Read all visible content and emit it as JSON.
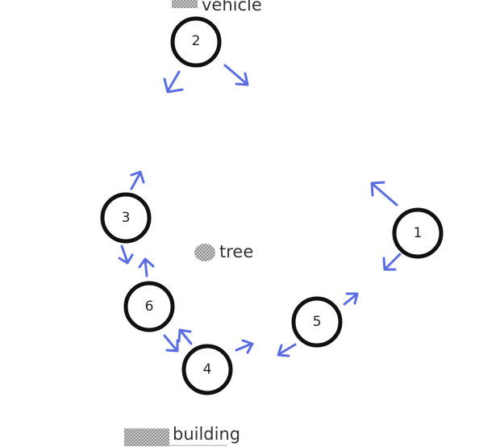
{
  "diagram": {
    "colors": {
      "node_stroke": "#111111",
      "arrow": "#5b6ee1",
      "legend_fill": "#9a9a9a",
      "text": "#333333"
    },
    "nodes": [
      {
        "id": "n1",
        "label": "1"
      },
      {
        "id": "n2",
        "label": "2"
      },
      {
        "id": "n3",
        "label": "3"
      },
      {
        "id": "n4",
        "label": "4"
      },
      {
        "id": "n5",
        "label": "5"
      },
      {
        "id": "n6",
        "label": "6"
      }
    ],
    "legend": [
      {
        "id": "vehicle",
        "label": "vehicle",
        "icon": "vehicle-swatch-icon"
      },
      {
        "id": "tree",
        "label": "tree",
        "icon": "tree-swatch-icon"
      },
      {
        "id": "building",
        "label": "building",
        "icon": "building-swatch-icon"
      }
    ]
  }
}
